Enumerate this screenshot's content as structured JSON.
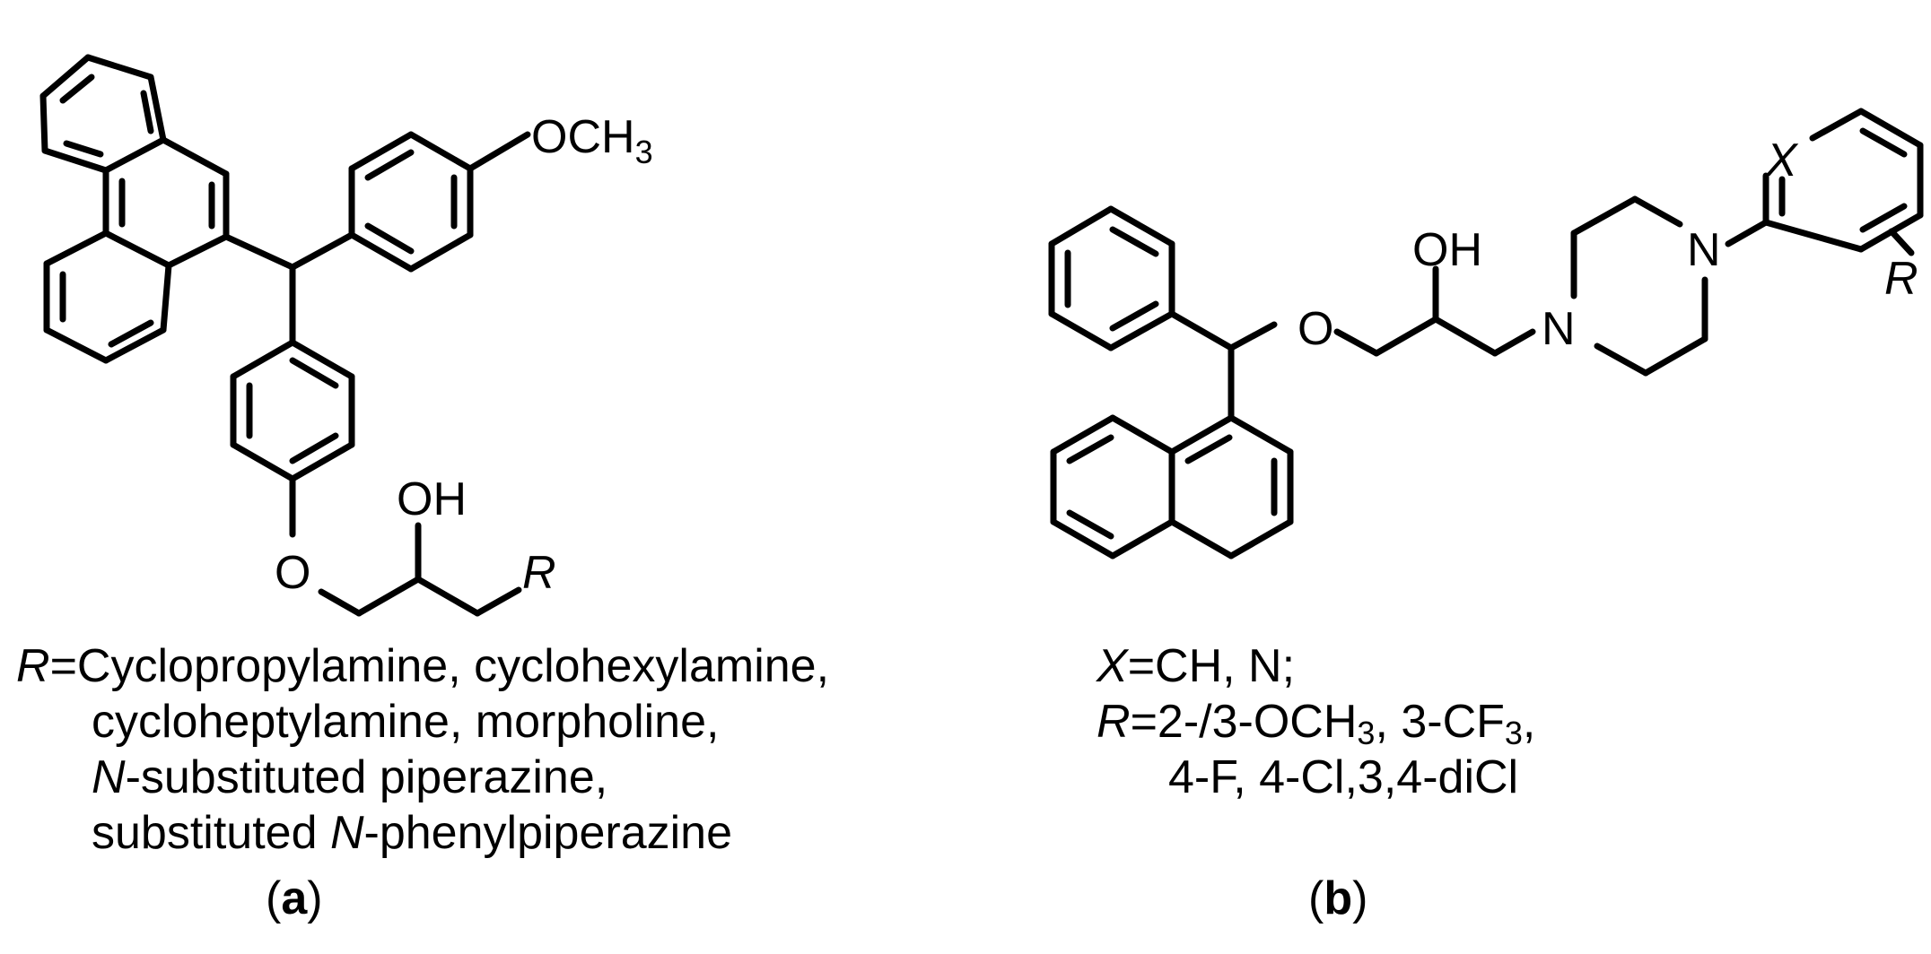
{
  "structure_a": {
    "atom_labels": {
      "methoxy_o": "OCH",
      "methoxy_sub": "3",
      "hydroxyl": "OH",
      "ether_o": "O",
      "r_group": "R"
    },
    "legend": {
      "r_symbol": "R",
      "line1": "=Cyclopropylamine, cyclohexylamine,",
      "line2": "cycloheptylamine, morpholine,",
      "line3_italic": "N",
      "line3_rest": "-substituted piperazine,",
      "line4_pre": "substituted ",
      "line4_italic": "N",
      "line4_rest": "-phenylpiperazine"
    },
    "panel_open": "(",
    "panel_letter": "a",
    "panel_close": ")"
  },
  "structure_b": {
    "atom_labels": {
      "x_group": "X",
      "hydroxyl": "OH",
      "ether_o": "O",
      "piperazine_n1": "N",
      "piperazine_n2": "N",
      "r_group": "R"
    },
    "legend": {
      "x_symbol": "X",
      "line1": "=CH, N;",
      "r_symbol": "R",
      "line2_a": "=2-/3-OCH",
      "line2_sub1": "3",
      "line2_b": ", 3-CF",
      "line2_sub2": "3",
      "line2_c": ",",
      "line3": "4-F, 4-Cl,3,4-diCl"
    },
    "panel_open": "(",
    "panel_letter": "b",
    "panel_close": ")"
  }
}
